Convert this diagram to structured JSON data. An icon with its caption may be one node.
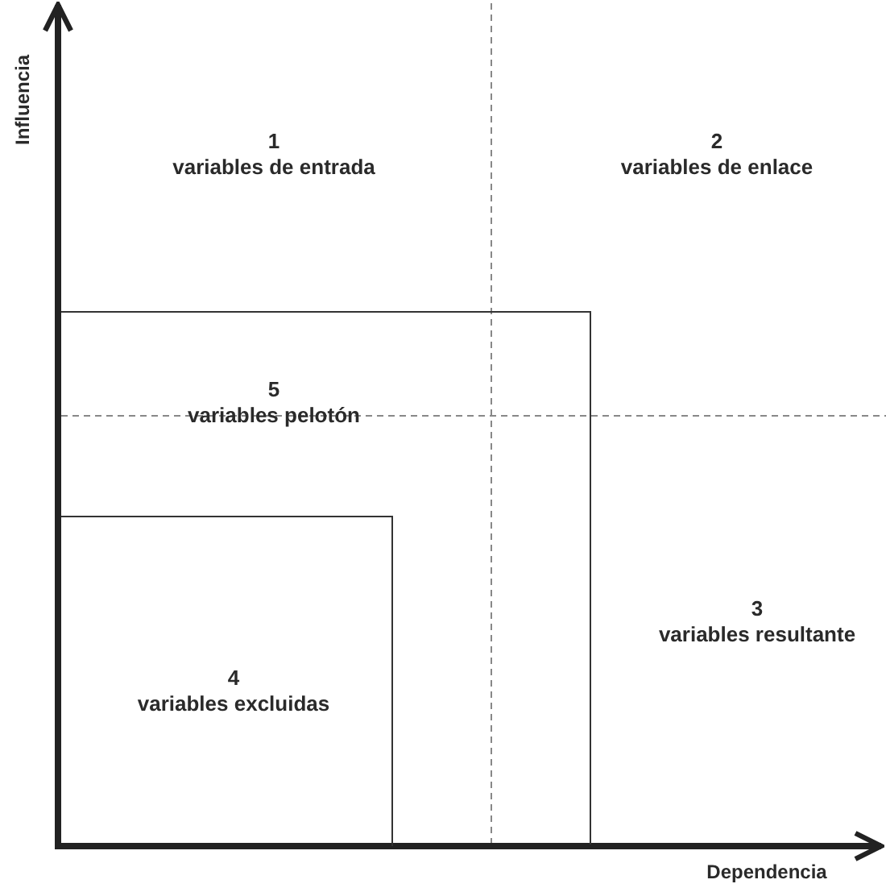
{
  "diagram": {
    "nodes": [
      {
        "text": [
          "5",
          "variables pelotón"
        ]
      },
      {
        "text": [
          "4",
          "variables excluidas"
        ],
        "in": 0
      }
    ],
    "edges": [],
    "labels": [
      "Influencia",
      "1",
      "variables de entrada",
      "2",
      "variables de enlace",
      "3",
      "variables resultante",
      "Dependencia"
    ]
  }
}
